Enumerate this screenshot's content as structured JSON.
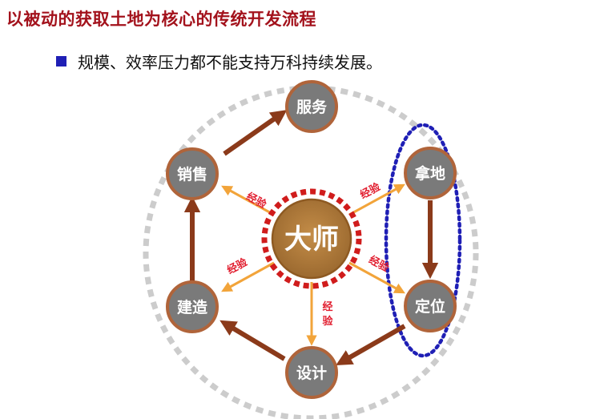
{
  "title": "以被动的获取土地为核心的传统开发流程",
  "bullet": "规模、效率压力都不能支持万科持续发展。",
  "center": {
    "label": "大师"
  },
  "nodes": {
    "service": "服务",
    "sales": "销售",
    "land": "拿地",
    "positioning": "定位",
    "construction": "建造",
    "design": "设计"
  },
  "experience_label": "经验",
  "experience_label_vertical": [
    "经",
    "验"
  ],
  "colors": {
    "title": "#a3121c",
    "bullet": "#1f1fb5",
    "node_fill": "#7a7a7a",
    "node_ring": "#b0643a",
    "arrow": "#8b3a1a",
    "experience_arrow": "#f2a43a",
    "experience_text": "#e11d2e",
    "center_ring": "#d01c1c",
    "center_fill": "#b07a3c",
    "dotted_circle": "#cccccc",
    "highlight_ellipse": "#1f1fb5"
  }
}
